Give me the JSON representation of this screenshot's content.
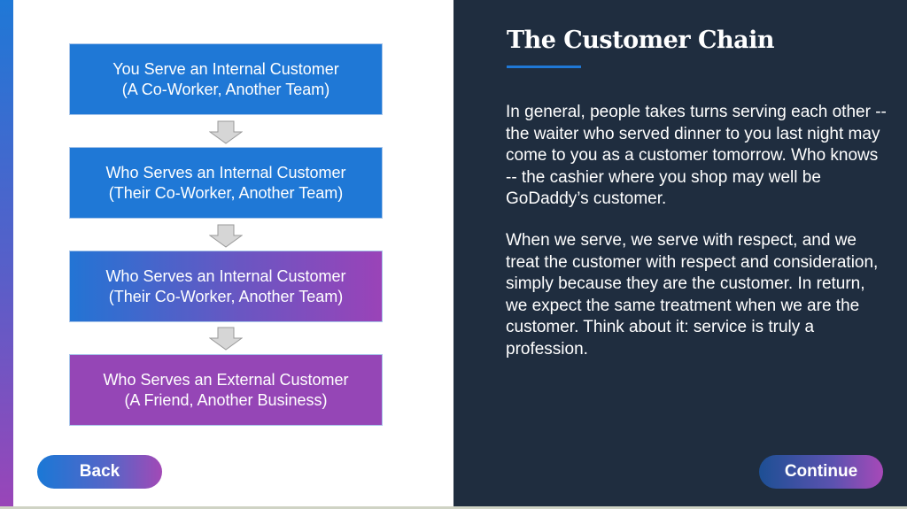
{
  "flow": {
    "boxes": [
      {
        "line1": "You Serve an Internal Customer",
        "line2": "(A Co-Worker, Another Team)"
      },
      {
        "line1": "Who Serves an Internal Customer",
        "line2": "(Their Co-Worker, Another Team)"
      },
      {
        "line1": "Who Serves an Internal Customer",
        "line2": "(Their Co-Worker, Another Team)"
      },
      {
        "line1": "Who Serves an External Customer",
        "line2": "(A Friend, Another Business)"
      }
    ]
  },
  "content": {
    "title": "The Customer Chain",
    "paragraphs": [
      "In general, people takes turns serving each other -- the waiter who served dinner to you last night may come to you as a customer tomorrow. Who knows -- the cashier where you shop may well be GoDaddy’s customer.",
      "When we serve, we serve with respect, and we treat the customer with respect and consideration, simply because they are the customer. In return, we expect the same treatment when we are the customer. Think about it: service is truly a profession."
    ]
  },
  "nav": {
    "back": "Back",
    "continue": "Continue"
  },
  "colors": {
    "blue": "#1f78d6",
    "purple": "#9546b6",
    "dark": "#1f2d3f"
  }
}
